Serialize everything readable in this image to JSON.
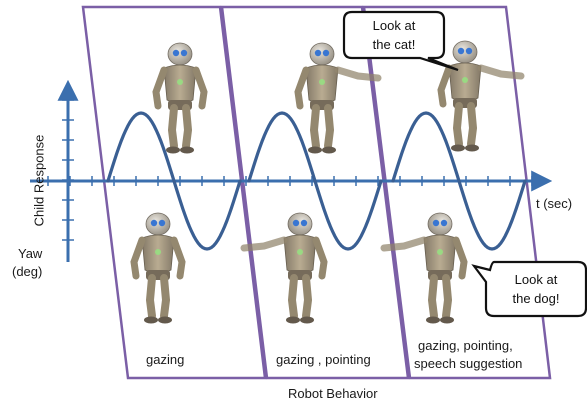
{
  "x_axis_label": "t (sec)",
  "y_axis_label": "Child Response",
  "y_axis_label_2": "Yaw",
  "y_axis_unit": "(deg)",
  "bottom_label": "Robot Behavior",
  "panels": [
    {
      "caption": "gazing"
    },
    {
      "caption": "gazing , pointing"
    },
    {
      "caption_line1": "gazing, pointing,",
      "caption_line2": "speech suggestion"
    }
  ],
  "speech_bubbles": [
    {
      "line1": "Look at",
      "line2": "the cat!"
    },
    {
      "line1": "Look at",
      "line2": "the dog!"
    }
  ],
  "colors": {
    "panel_border": "#7b5fa6",
    "axis": "#3b6fae",
    "wave": "#3a5f93",
    "robot_body": "#9a8c72",
    "robot_eye": "#2f6fd0"
  }
}
